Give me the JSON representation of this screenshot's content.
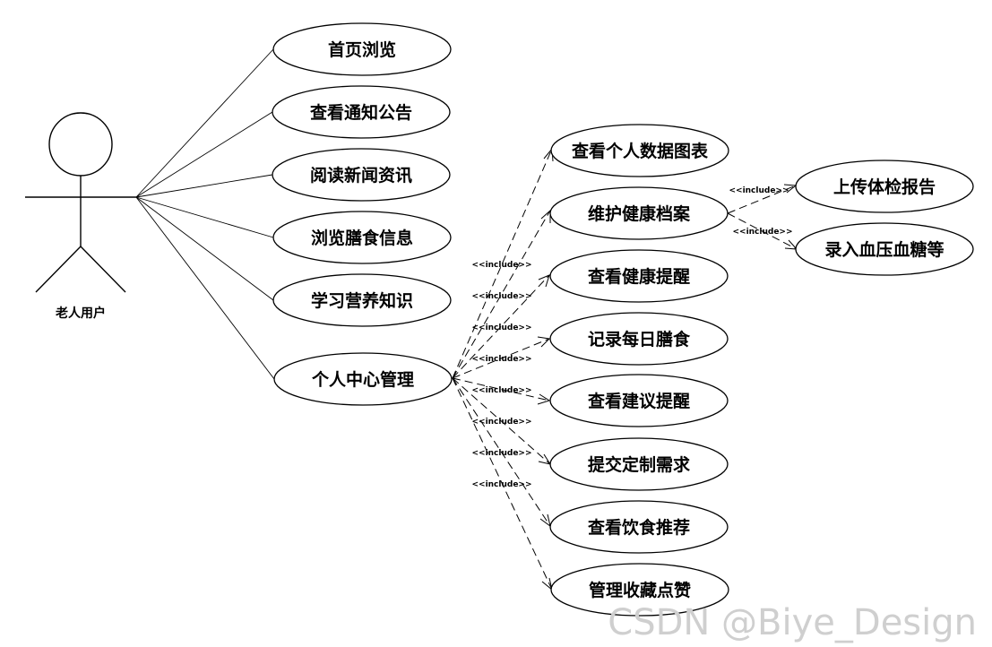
{
  "actor": {
    "label": "老人用户"
  },
  "direct_use_cases": [
    {
      "id": "home",
      "label": "首页浏览"
    },
    {
      "id": "notice",
      "label": "查看通知公告"
    },
    {
      "id": "news",
      "label": "阅读新闻资讯"
    },
    {
      "id": "diet-info",
      "label": "浏览膳食信息"
    },
    {
      "id": "nutrition",
      "label": "学习营养知识"
    },
    {
      "id": "personal-center",
      "label": "个人中心管理"
    }
  ],
  "personal_center_includes": [
    {
      "id": "data-charts",
      "label": "查看个人数据图表",
      "stereotype": "<<include>>"
    },
    {
      "id": "health-record",
      "label": "维护健康档案",
      "stereotype": "<<include>>"
    },
    {
      "id": "health-reminder",
      "label": "查看健康提醒",
      "stereotype": "<<include>>"
    },
    {
      "id": "daily-diet",
      "label": "记录每日膳食",
      "stereotype": "<<include>>"
    },
    {
      "id": "advice-reminder",
      "label": "查看建议提醒",
      "stereotype": "<<include>>"
    },
    {
      "id": "custom-request",
      "label": "提交定制需求",
      "stereotype": "<<include>>"
    },
    {
      "id": "diet-recommend",
      "label": "查看饮食推荐",
      "stereotype": "<<include>>"
    },
    {
      "id": "favorites",
      "label": "管理收藏点赞",
      "stereotype": "<<include>>"
    }
  ],
  "health_record_includes": [
    {
      "id": "upload-report",
      "label": "上传体检报告",
      "stereotype": "<<include>>"
    },
    {
      "id": "blood-pressure",
      "label": "录入血压血糖等",
      "stereotype": "<<include>>"
    }
  ],
  "watermark": "CSDN @Biye_Design"
}
